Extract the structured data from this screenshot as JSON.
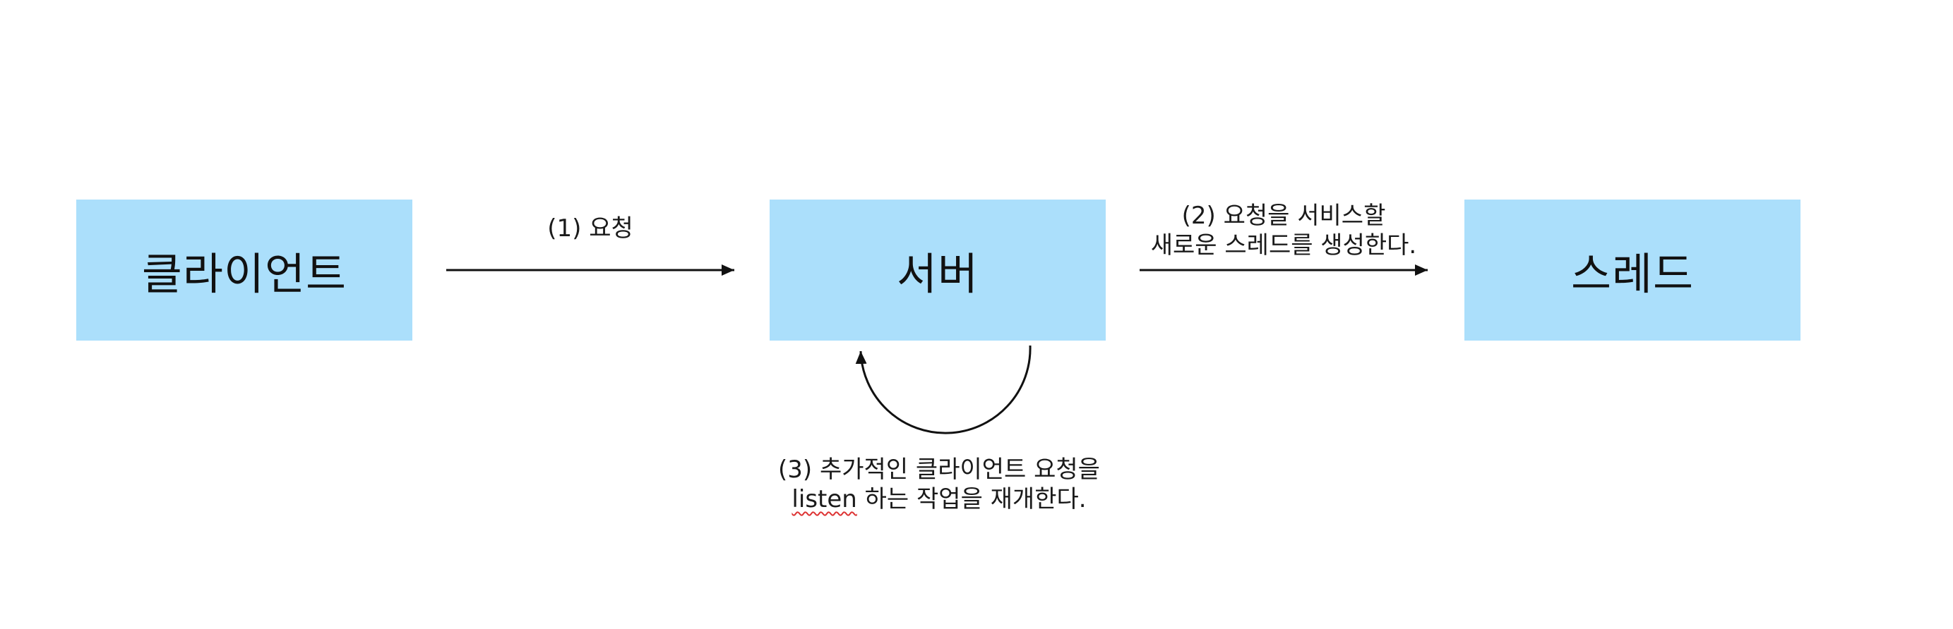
{
  "nodes": {
    "client": {
      "label": "클라이언트"
    },
    "server": {
      "label": "서버"
    },
    "thread": {
      "label": "스레드"
    }
  },
  "edges": {
    "step1": {
      "label": "(1) 요청"
    },
    "step2": {
      "line1": "(2) 요청을 서비스할",
      "line2": "새로운 스레드를 생성한다."
    },
    "step3": {
      "line1": "(3) 추가적인 클라이언트 요청을",
      "line2_word": "listen",
      "line2_rest": " 하는 작업을 재개한다."
    }
  },
  "colors": {
    "box_fill": "#abdffb",
    "stroke": "#111111",
    "spellcheck_underline": "#dd3333"
  }
}
